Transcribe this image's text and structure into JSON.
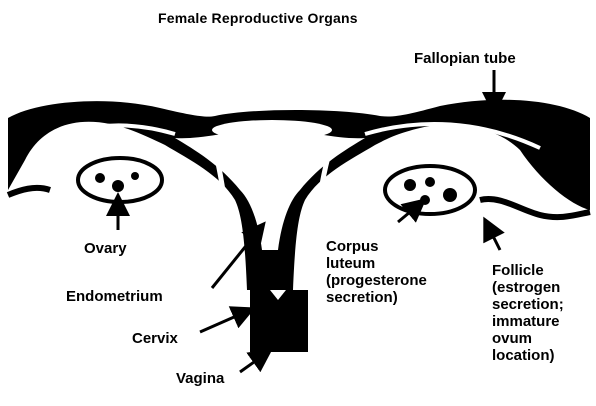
{
  "title": "Female Reproductive Organs",
  "labels": {
    "fallopian_tube": "Fallopian tube",
    "ovary": "Ovary",
    "endometrium": "Endometrium",
    "cervix": "Cervix",
    "vagina": "Vagina",
    "corpus_luteum": "Corpus\nluteum\n(progesterone\nsecretion)",
    "follicle": "Follicle\n(estrogen\nsecretion;\nimmature\novum\nlocation)"
  },
  "colors": {
    "ink": "#000000",
    "paper": "#ffffff"
  }
}
